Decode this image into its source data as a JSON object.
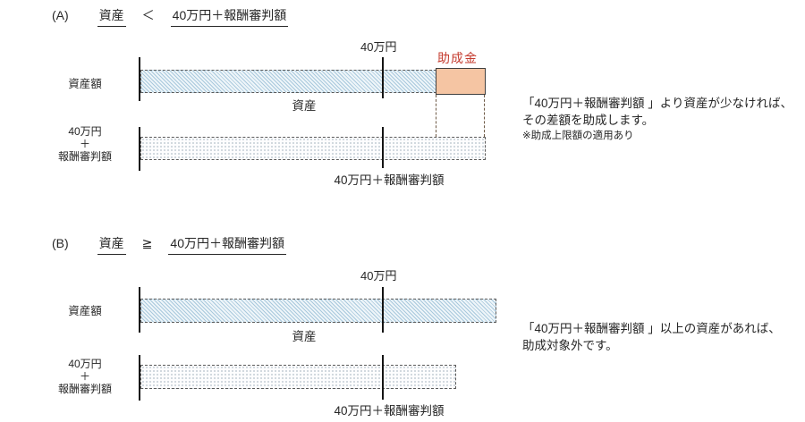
{
  "colors": {
    "subsidy_fill": "#f5c5a3",
    "subsidy_border": "#3f3f3f",
    "subsidy_text": "#c53b2e",
    "guide_dash": "#6e5a46",
    "bar_border": "#5a5a5a",
    "hatch_line": "#a9c9dd",
    "hatch_bg": "#eef5f9",
    "dot_color": "#c3cdd5",
    "dot_bg": "#fdfdfe",
    "axis_line": "#141414",
    "text": "#262626"
  },
  "section_a": {
    "heading": {
      "tag": "(A)",
      "term1": "資産",
      "operator": "＜",
      "term2": "40万円＋報酬審判額"
    },
    "threshold_label": "40万円",
    "subsidy_label": "助成金",
    "row1_label": "資産額",
    "bar1_caption": "資産",
    "row2_label_lines": [
      "40万円",
      "＋",
      "報酬審判額"
    ],
    "bar2_caption": "40万円＋報酬審判額",
    "note_line1": "「40万円＋報酬審判額 」より資産が少なければ、",
    "note_line2": "その差額を助成します。",
    "note_footnote": "※助成上限額の適用あり"
  },
  "section_b": {
    "heading": {
      "tag": "(B)",
      "term1": "資産",
      "operator": "≧",
      "term2": "40万円＋報酬審判額"
    },
    "threshold_label": "40万円",
    "row1_label": "資産額",
    "bar1_caption": "資産",
    "row2_label_lines": [
      "40万円",
      "＋",
      "報酬審判額"
    ],
    "bar2_caption": "40万円＋報酬審判額",
    "note_line1": "「40万円＋報酬審判額 」以上の資産があれば、",
    "note_line2": "助成対象外です。"
  }
}
